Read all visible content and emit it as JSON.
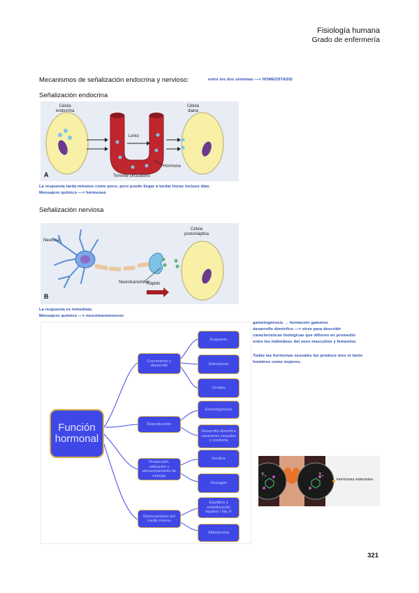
{
  "header": {
    "subject": "Fisiología humana",
    "course": "Grado de enfermería"
  },
  "intro": {
    "title": "Mecanismos de señalización endocrina y nervioso:",
    "note": "entre los dos sistemas —> HOMEOSTASIS"
  },
  "endocrine": {
    "title": "Señalización endocrina",
    "figure": {
      "cell_left": "Célula\nendocrina",
      "cell_right": "Célula\ndiana",
      "speed": "Lento",
      "hormone": "Hormona",
      "stream": "Torrente circulatorio",
      "panel": "A"
    },
    "notes": [
      "La respuesta tarda minutos como poco, pero puede llegar a tardar horas incluso días.",
      "Mensajero químico —> hormonas"
    ]
  },
  "nervous": {
    "title": "Señalización nerviosa",
    "figure": {
      "neuron": "Neurona",
      "cell_right": "Célula\npostsináptica",
      "transmitter": "Neurotransmisor",
      "speed": "Rápido",
      "panel": "B"
    },
    "notes": [
      "La respuesta es inmediata.",
      "Mensajero químico —> neurotransmisores"
    ]
  },
  "side_notes": [
    "gametogénesis → formación gametos",
    "desarrollo dimórfico —> sirve para describir",
    "características biológicas que difieren en promedio",
    "entre los individuos del sexo masculino y femenino.",
    "",
    "Todas las hormonas sexuales las produce mos el tanto",
    "hombres como mujeres."
  ],
  "mindmap": {
    "root": "Función\nhormonal",
    "branches": [
      {
        "label": "Crecimiento y\ndesarrollo",
        "leaves": [
          "Esqueleto",
          "Estructuras",
          "Tiroides"
        ]
      },
      {
        "label": "Reproducción",
        "leaves": [
          "Gametogénesis",
          "Desarrollo dimórfico\ncaracteres sexuales\ny conducta"
        ]
      },
      {
        "label": "Producción,\nutilización y\nalmacenamiento de\nenergía",
        "leaves": [
          "Insulina",
          "Glucagón"
        ]
      },
      {
        "label": "Mantenimiento del\nmedio interno",
        "leaves": [
          "Equilibrio y\nestabilización\nliquidos / Na, K",
          "Aldosterona"
        ]
      }
    ]
  },
  "thyroid_figure": {
    "t3": "T₃",
    "t4": "T₄",
    "caption": "Hormonas esteroides"
  },
  "page_number": "321",
  "colors": {
    "note_blue": "#2a4db0",
    "mindmap_box": "#3f48e6",
    "mindmap_border": "#d9b24a",
    "vessel_red": "#c0262e",
    "cell_yellow": "#f7f0a6"
  }
}
